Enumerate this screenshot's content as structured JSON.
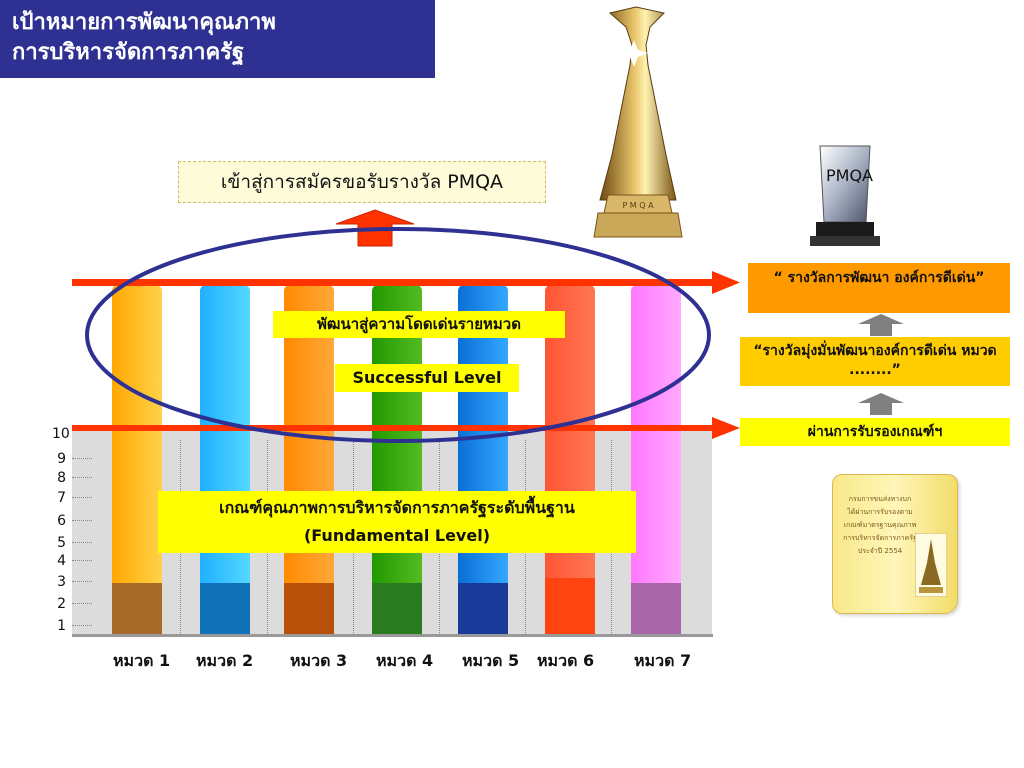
{
  "title_lines": [
    "เป้าหมายการพัฒนาคุณภาพ",
    "การบริหารจัดการภาครัฐ"
  ],
  "apply_label": "เข้าสู่การสมัครขอรับรางวัล PMQA",
  "trophy_logo_text": "P M Q A",
  "small_trophy_label": "PMQA",
  "excellence_label": "พัฒนาสู่ความโดดเด่นรายหมวด",
  "successful_label": "Successful Level",
  "fundamental_line1": "เกณฑ์คุณภาพการบริหารจัดการภาครัฐระดับพื้นฐาน",
  "fundamental_line2": "(Fundamental  Level)",
  "award_top": "“ รางวัลการพัฒนา องค์การดีเด่น”",
  "award_middle": "“รางวัลมุ่งมั่นพัฒนาองค์การดีเด่น  หมวด ........”",
  "award_bottom": "ผ่านการรับรองเกณฑ์ฯ",
  "certificate_lines": [
    "กรมการขนส่งทางบก",
    "ได้ผ่านการรับรองตาม",
    "เกณฑ์มาตรฐานคุณภาพ",
    "การบริหารจัดการภาครัฐ",
    "ประจำปี 2554"
  ],
  "y_axis_labels": [
    "10",
    "9",
    "8",
    "7",
    "6",
    "5",
    "4",
    "3",
    "2",
    "1"
  ],
  "categories": [
    "หมวด 1",
    "หมวด 2",
    "หมวด 3",
    "หมวด 4",
    "หมวด 5",
    "หมวด 6",
    "หมวด 7"
  ],
  "colors": {
    "title_bg": "#2e3192",
    "arrow_red": "#ff3300",
    "ellipse": "#2e3192",
    "bar_tops": [
      "#ffcc00",
      "#33ccff",
      "#ff9900",
      "#33aa00",
      "#1188ee",
      "#ff6644",
      "#ff88ff"
    ],
    "bar_bottoms": [
      "#a86a28",
      "#1177bb",
      "#b8500a",
      "#2a7a20",
      "#1a3a9a",
      "#ff4411",
      "#a866a8"
    ]
  }
}
